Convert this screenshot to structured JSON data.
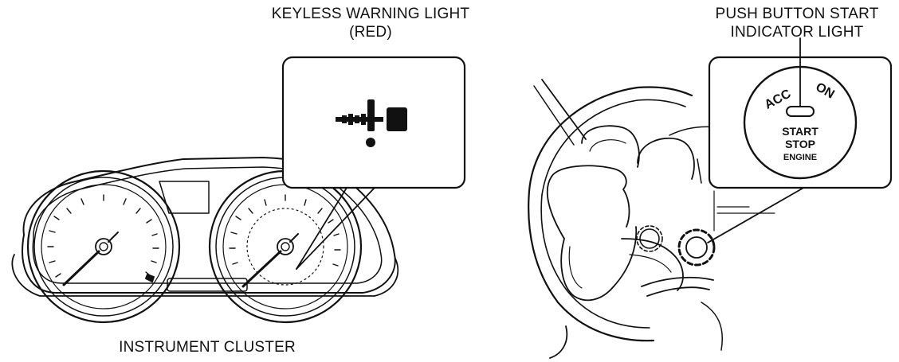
{
  "labels": {
    "keyless_warning_light": "KEYLESS WARNING LIGHT",
    "keyless_warning_color": "(RED)",
    "push_button_start_line1": "PUSH BUTTON START",
    "push_button_start_line2": "INDICATOR LIGHT",
    "instrument_cluster": "INSTRUMENT CLUSTER"
  },
  "start_button": {
    "acc": "ACC",
    "on": "ON",
    "start": "START",
    "stop": "STOP",
    "engine": "ENGINE"
  }
}
